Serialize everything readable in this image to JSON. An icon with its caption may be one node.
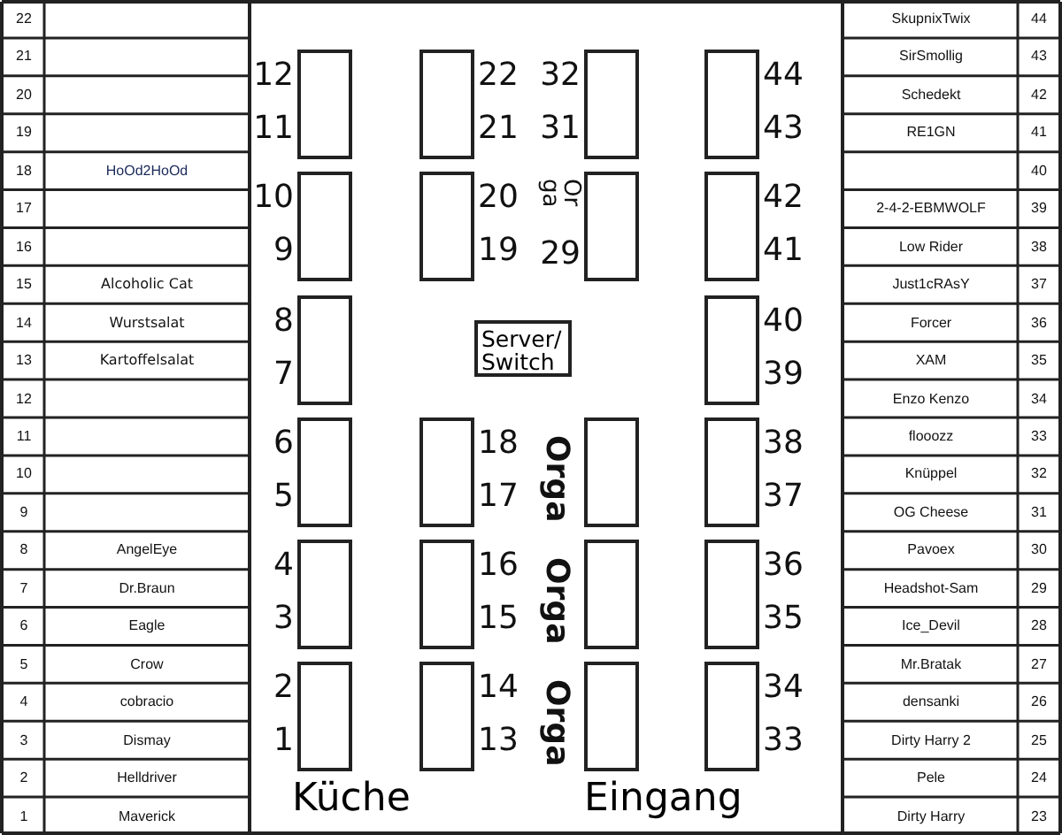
{
  "diagram": {
    "nodes": [
      {
        "text": [],
        "shape": "box",
        "beside": [
          "12",
          "11"
        ]
      },
      {
        "text": [],
        "shape": "box",
        "beside": [
          "22",
          "21"
        ]
      },
      {
        "text": [],
        "shape": "box",
        "beside": [
          "32",
          "31"
        ]
      },
      {
        "text": [],
        "shape": "box",
        "beside": [
          "44",
          "43"
        ]
      },
      {
        "text": [],
        "shape": "box",
        "beside": [
          "10",
          "9"
        ]
      },
      {
        "text": [],
        "shape": "box",
        "beside": [
          "20",
          "19"
        ]
      },
      {
        "text": [],
        "shape": "box",
        "beside": [
          "Or ga",
          "29"
        ]
      },
      {
        "text": [],
        "shape": "box",
        "beside": [
          "42",
          "41"
        ]
      },
      {
        "text": [],
        "shape": "box",
        "beside": [
          "8",
          "7"
        ]
      },
      {
        "text": [
          "Server/ Switch"
        ]
      },
      {
        "text": [],
        "shape": "box",
        "beside": [
          "40",
          "39"
        ]
      },
      {
        "text": [],
        "shape": "box",
        "beside": [
          "6",
          "5"
        ]
      },
      {
        "text": [],
        "shape": "box",
        "beside": [
          "18",
          "17"
        ]
      },
      {
        "text": [],
        "shape": "box",
        "beside": [
          "Orga"
        ]
      },
      {
        "text": [],
        "shape": "box",
        "beside": [
          "38",
          "37"
        ]
      },
      {
        "text": [],
        "shape": "box",
        "beside": [
          "4",
          "3"
        ]
      },
      {
        "text": [],
        "shape": "box",
        "beside": [
          "16",
          "15"
        ]
      },
      {
        "text": [],
        "shape": "box",
        "beside": [
          "Orga"
        ]
      },
      {
        "text": [],
        "shape": "box",
        "beside": [
          "36",
          "35"
        ]
      },
      {
        "text": [],
        "shape": "box",
        "beside": [
          "2",
          "1"
        ]
      },
      {
        "text": [],
        "shape": "box",
        "beside": [
          "14",
          "13"
        ]
      },
      {
        "text": [],
        "shape": "box",
        "beside": [
          "Orga"
        ]
      },
      {
        "text": [],
        "shape": "box",
        "beside": [
          "34",
          "33"
        ]
      }
    ],
    "labels": [
      "22",
      "21",
      "20",
      "19",
      "18",
      "HoOd2HoOd",
      "17",
      "16",
      "15",
      "Alcoholic Cat",
      "14",
      "Wurstsalat",
      "13",
      "Kartoffelsalat",
      "12",
      "11",
      "10",
      "9",
      "8",
      "AngelEye",
      "7",
      "Dr.Braun",
      "6",
      "Eagle",
      "5",
      "Crow",
      "4",
      "cobracio",
      "3",
      "Dismay",
      "2",
      "Helldriver",
      "1",
      "Maverick",
      "SkupnixTwix",
      "44",
      "SirSmollig",
      "43",
      "Schedekt",
      "42",
      "RE1GN",
      "41",
      "40",
      "2-4-2-EBMWOLF",
      "39",
      "Low Rider",
      "38",
      "Just1cRAsY",
      "37",
      "Forcer",
      "36",
      "XAM",
      "35",
      "Enzo Kenzo",
      "34",
      "flooozz",
      "33",
      "Knüppel",
      "32",
      "OG Cheese",
      "31",
      "Pavoex",
      "30",
      "Headshot-Sam",
      "29",
      "Ice_Devil",
      "28",
      "Mr.Bratak",
      "27",
      "densanki",
      "26",
      "Dirty Harry 2",
      "25",
      "Pele",
      "24",
      "Dirty Harry",
      "23",
      "Küche",
      "Eingang"
    ]
  }
}
